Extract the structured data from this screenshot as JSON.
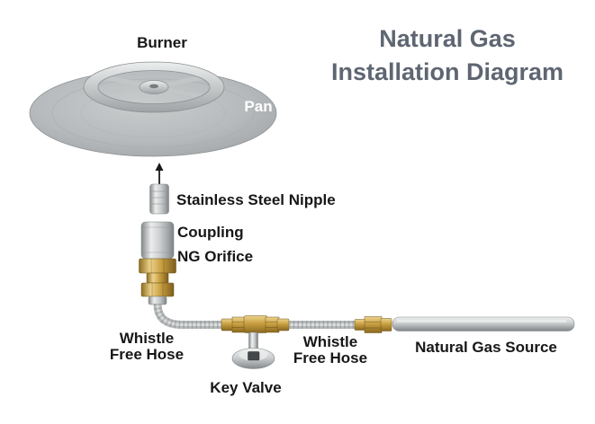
{
  "title": {
    "line1": "Natural Gas",
    "line2": "Installation Diagram"
  },
  "labels": {
    "burner": "Burner",
    "pan": "Pan",
    "nipple": "Stainless Steel Nipple",
    "coupling": "Coupling",
    "ng_orifice": "NG Orifice",
    "whistle_left": {
      "line1": "Whistle",
      "line2": "Free Hose"
    },
    "whistle_right": {
      "line1": "Whistle",
      "line2": "Free Hose"
    },
    "key_valve": "Key Valve",
    "gas_source": "Natural Gas Source"
  },
  "colors": {
    "title_gray": "#5e6672",
    "label_black": "#171717",
    "brass": "#c89f41",
    "steel": "#b6b9ba",
    "chrome": "#c9ccce"
  }
}
